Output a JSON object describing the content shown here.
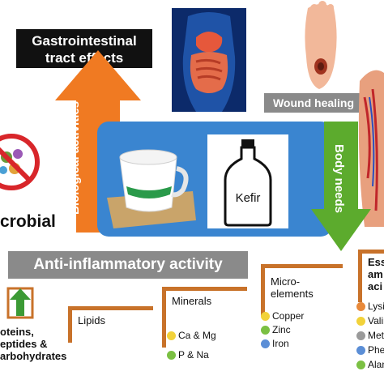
{
  "top": {
    "gi_effects": "Gastrointestinal tract effects",
    "wound_healing": "Wound healing"
  },
  "arrows": {
    "left": "Biological activities",
    "right": "Body needs"
  },
  "center": {
    "bottle_label": "Kefir"
  },
  "left_side": {
    "antimicrobial_partial": "crobial"
  },
  "anti_inflammatory": "Anti-inflammatory activity",
  "groups": {
    "proteins": [
      "oteins,",
      "eptides &",
      "arbohydrates"
    ],
    "lipids": "Lipids",
    "minerals": {
      "title": "Minerals",
      "items": [
        "Ca & Mg",
        "P & Na"
      ]
    },
    "microelements": {
      "title": [
        "Micro-",
        "elements"
      ],
      "items": [
        "Copper",
        "Zinc",
        "Iron"
      ]
    },
    "amino_acids": {
      "title": [
        "Ess",
        "am",
        "aci"
      ],
      "items": [
        "Lysin",
        "Valin",
        "Met",
        "Phe",
        "Alan"
      ]
    }
  },
  "colors": {
    "orange_arrow": "#f07a22",
    "green_arrow": "#5cab2d",
    "blue_panel": "#3a85d0",
    "bracket": "#c8722a",
    "dot_yellow": "#f2d23a",
    "dot_green": "#7bc043",
    "dot_blue": "#5b8ed6",
    "dot_orange": "#e8893a",
    "dot_gray": "#9a9a9a"
  }
}
